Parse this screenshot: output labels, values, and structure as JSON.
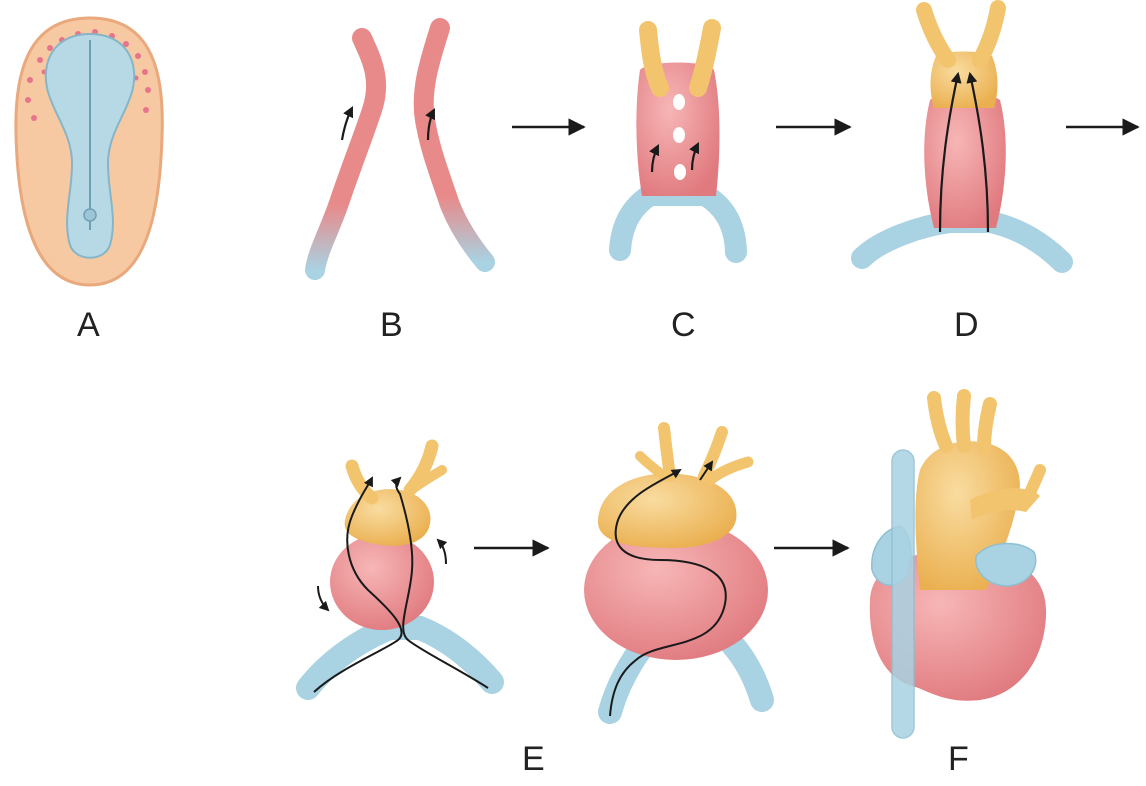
{
  "diagram": {
    "labels": {
      "a": "A",
      "b": "B",
      "c": "C",
      "d": "D",
      "e": "E",
      "f": "F"
    },
    "colors": {
      "ventricle": "#ec8f8f",
      "outflow": "#f3c46e",
      "inflow_vein": "#a9d2e2",
      "embryo_disc": "#f6c9a3",
      "embryo_neural": "#b7d9e6",
      "arrow": "#1a1a1a"
    }
  }
}
